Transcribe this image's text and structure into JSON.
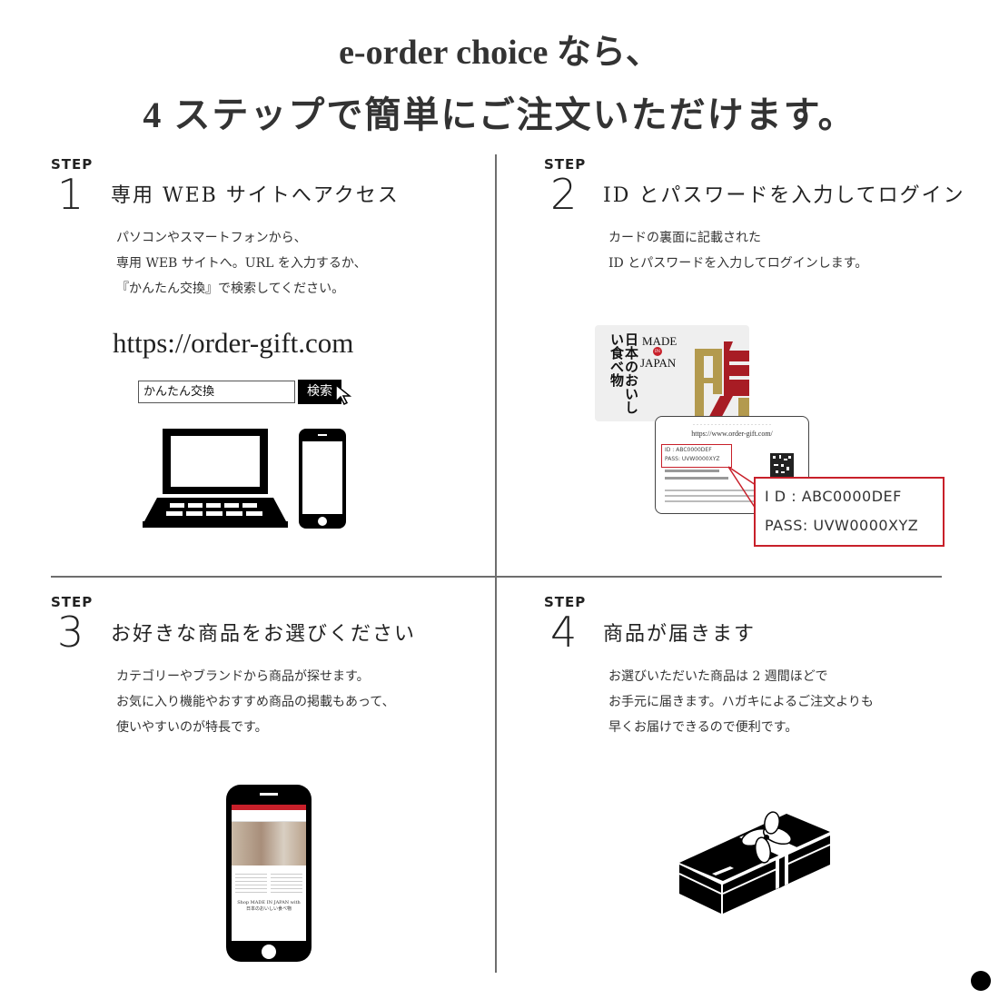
{
  "header": {
    "line1": "e-order choice なら、",
    "line2": "4 ステップで簡単にご注文いただけます。"
  },
  "steps": [
    {
      "label": "STEP",
      "number": "1",
      "title": "専用 WEB サイトへアクセス",
      "desc": [
        "パソコンやスマートフォンから、",
        "専用 WEB サイトへ。URL を入力するか、",
        "『かんたん交換』で検索してください。"
      ],
      "url": "https://order-gift.com",
      "search_value": "かんたん交換",
      "search_button": "検索",
      "icons": [
        "laptop-icon",
        "smartphone-icon",
        "cursor-icon"
      ]
    },
    {
      "label": "STEP",
      "number": "2",
      "title": "ID とパスワードを入力してログイン",
      "desc": [
        "カードの裏面に記載された",
        "ID とパスワードを入力してログインします。"
      ],
      "card_front": {
        "brand_top": "MADE",
        "brand_in": "IN",
        "brand_bottom": "JAPAN",
        "vertical_text": "日本のおいしい食べ物"
      },
      "card_back": {
        "url": "https://www.order-gift.com/",
        "id_small": "ID : ABC0000DEF",
        "pass_small": "PASS: UVW0000XYZ"
      },
      "zoom_id": "I D    : ABC0000DEF",
      "zoom_pass": "PASS: UVW0000XYZ"
    },
    {
      "label": "STEP",
      "number": "3",
      "title": "お好きな商品をお選びください",
      "desc": [
        "カテゴリーやブランドから商品が探せます。",
        "お気に入り機能やおすすめ商品の掲載もあって、",
        "使いやすいのが特長です。"
      ],
      "phone_caption": "Shop MADE IN JAPAN with 日本のおいしい食べ物"
    },
    {
      "label": "STEP",
      "number": "4",
      "title": "商品が届きます",
      "desc": [
        "お選びいただいた商品は 2 週間ほどで",
        "お手元に届きます。ハガキによるご注文よりも",
        "早くお届けできるので便利です。"
      ],
      "icons": [
        "gift-box-icon"
      ]
    }
  ],
  "colors": {
    "accent_red": "#c8202a",
    "gold": "#b39a4e",
    "divider": "#6e6e6e",
    "text": "#222222"
  }
}
